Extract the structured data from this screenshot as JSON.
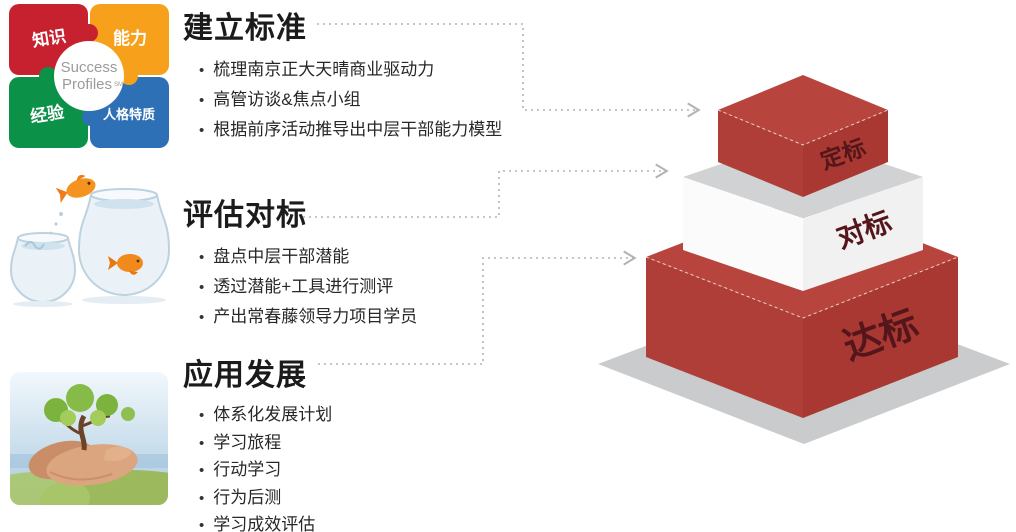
{
  "sections": [
    {
      "title": "建立标准",
      "bullets": [
        "梳理南京正大天晴商业驱动力",
        "高管访谈&焦点小组",
        "根据前序活动推导出中层干部能力模型"
      ]
    },
    {
      "title": "评估对标",
      "bullets": [
        "盘点中层干部潜能",
        "透过潜能+工具进行测评",
        "产出常春藤领导力项目学员"
      ]
    },
    {
      "title": "应用发展",
      "bullets": [
        "体系化发展计划",
        "学习旅程",
        "行动学习",
        "行为后测",
        "学习成效评估"
      ]
    }
  ],
  "puzzle": {
    "center": {
      "line1": "Success",
      "line2": "Profiles",
      "mark": "SM"
    },
    "pieces": [
      {
        "label": "知识",
        "color": "#c7212f"
      },
      {
        "label": "能力",
        "color": "#f6a01b"
      },
      {
        "label": "经验",
        "color": "#0c9149"
      },
      {
        "label": "人格特质",
        "color": "#2e70b6"
      }
    ]
  },
  "pyramid": {
    "tiers": [
      {
        "label": "定标"
      },
      {
        "label": "对标"
      },
      {
        "label": "达标"
      }
    ]
  },
  "colors": {
    "red_top": "#b8453d",
    "red_left": "#ae3e37",
    "red_right": "#a83831",
    "white_top": "#d0d2d4",
    "white_left": "#fbfbfc",
    "white_right": "#f1f1f2",
    "base_plate": "#c9cbcc",
    "tier_label": "#54161b",
    "connector": "#b3b3b3",
    "heading_text": "#1b1b1b"
  }
}
